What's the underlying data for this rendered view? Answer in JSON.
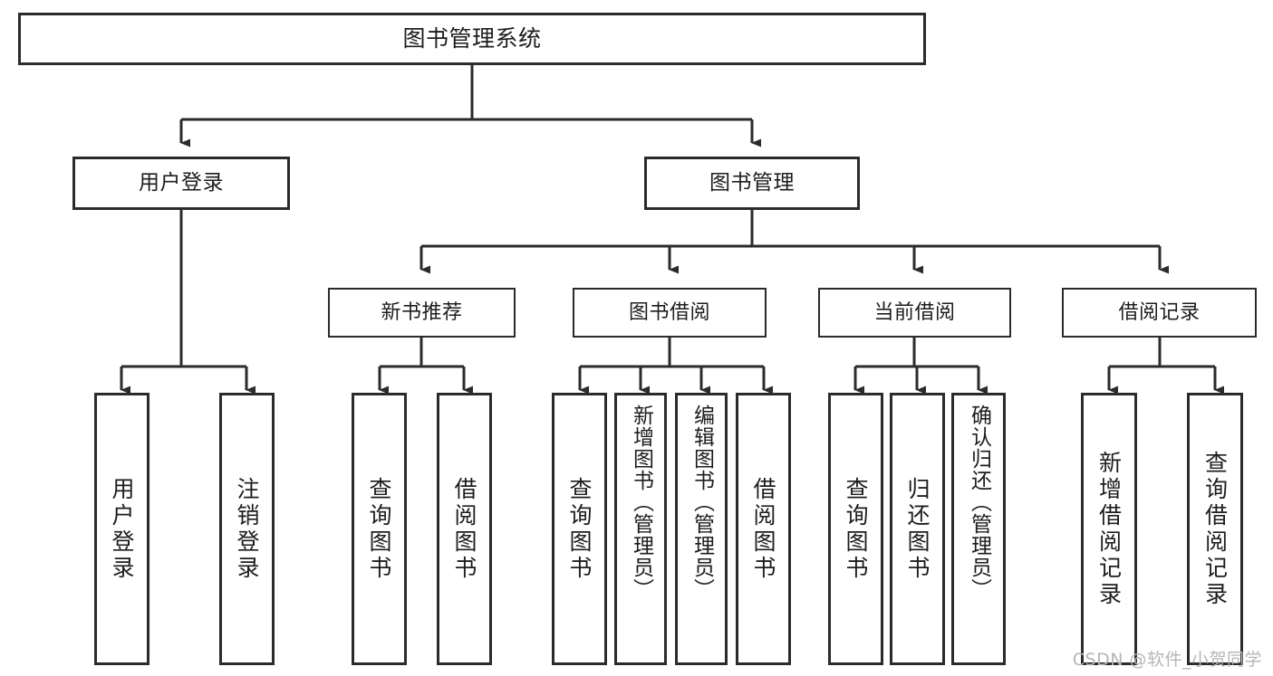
{
  "diagram": {
    "type": "tree",
    "title": "图书管理系统",
    "watermark": "CSDN @软件_小贺同学",
    "colors": {
      "stroke": "#2b2b2b",
      "fill": "#ffffff",
      "text": "#1d1d1d",
      "watermark": "#b6b6b6"
    },
    "levels": {
      "root": "图书管理系统",
      "level1": [
        "用户登录",
        "图书管理"
      ],
      "level2": [
        "新书推荐",
        "图书借阅",
        "当前借阅",
        "借阅记录"
      ]
    },
    "nodes": {
      "root": {
        "label": "图书管理系统"
      },
      "user_login": {
        "label": "用户登录"
      },
      "book_manage": {
        "label": "图书管理"
      },
      "new_book_rec": {
        "label": "新书推荐"
      },
      "book_borrow": {
        "label": "图书借阅"
      },
      "current_borrow": {
        "label": "当前借阅"
      },
      "borrow_record": {
        "label": "借阅记录"
      }
    },
    "leaves": {
      "user_login": [
        {
          "label": "用户登录"
        },
        {
          "label": "注销登录"
        }
      ],
      "new_book_rec": [
        {
          "label": "查询图书"
        },
        {
          "label": "借阅图书"
        }
      ],
      "book_borrow": [
        {
          "label": "查询图书"
        },
        {
          "label": "新增图书（管理员）"
        },
        {
          "label": "编辑图书（管理员）"
        },
        {
          "label": "借阅图书"
        }
      ],
      "current_borrow": [
        {
          "label": "查询图书"
        },
        {
          "label": "归还图书"
        },
        {
          "label": "确认归还（管理员）"
        }
      ],
      "borrow_record": [
        {
          "label": "新增借阅记录"
        },
        {
          "label": "查询借阅记录"
        }
      ]
    }
  }
}
